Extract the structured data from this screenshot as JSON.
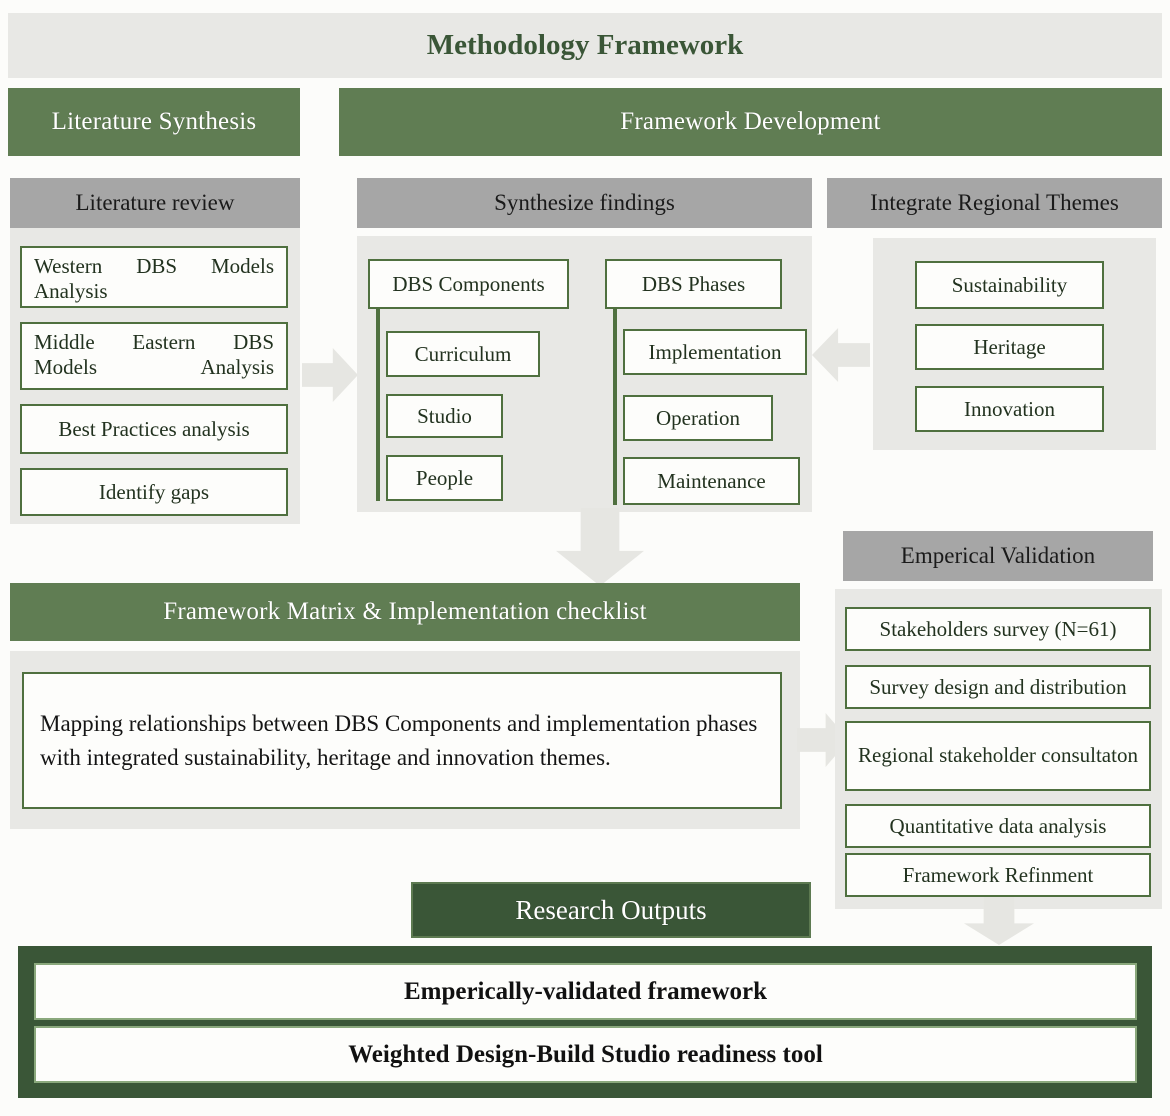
{
  "title": "Methodology Framework",
  "bands": {
    "literature_synthesis": "Literature Synthesis",
    "framework_development": "Framework Development",
    "framework_matrix": "Framework Matrix  & Implementation checklist",
    "research_outputs": "Research Outputs"
  },
  "headers": {
    "literature_review": "Literature review",
    "synthesize_findings": "Synthesize findings",
    "integrate_regional_themes": "Integrate Regional Themes",
    "emperical_validation": "Emperical Validation"
  },
  "literature_review": {
    "items": [
      {
        "label": "Western DBS Models Analysis",
        "justified": true
      },
      {
        "label": "Middle Eastern DBS Models Analysis",
        "justified": true
      },
      {
        "label": "Best Practices analysis",
        "justified": false
      },
      {
        "label": "Identify gaps",
        "justified": false
      }
    ]
  },
  "dbs_components": {
    "parent": "DBS Components",
    "children": [
      "Curriculum",
      "Studio",
      "People"
    ]
  },
  "dbs_phases": {
    "parent": "DBS Phases",
    "children": [
      "Implementation",
      "Operation",
      "Maintenance"
    ]
  },
  "regional_themes": {
    "items": [
      "Sustainability",
      "Heritage",
      "Innovation"
    ]
  },
  "matrix": {
    "description": "Mapping relationships between DBS Components and implementation phases with integrated sustainability, heritage and innovation themes."
  },
  "validation": {
    "items": [
      "Stakeholders survey (N=61)",
      "Survey design and distribution",
      "Regional stakeholder consultaton",
      "Quantitative data analysis",
      "Framework Refinment"
    ]
  },
  "outputs": {
    "items": [
      "Emperically-validated framework",
      "Weighted Design-Build Studio readiness tool"
    ]
  },
  "icons": {
    "arrow_lit_to_synth": "arrow-right-icon",
    "arrow_themes_to_phases": "arrow-left-icon",
    "arrow_synth_to_matrix": "arrow-down-icon",
    "arrow_matrix_to_validation": "arrow-right-icon",
    "arrow_validation_to_outputs": "arrow-down-icon"
  },
  "colors": {
    "green_band": "#607d53",
    "green_dark": "#3a5637",
    "gray_header": "#a6a6a6",
    "panel_light": "#e8e8e5",
    "box_border": "#4f703f",
    "arrow": "#e6e6e2"
  }
}
